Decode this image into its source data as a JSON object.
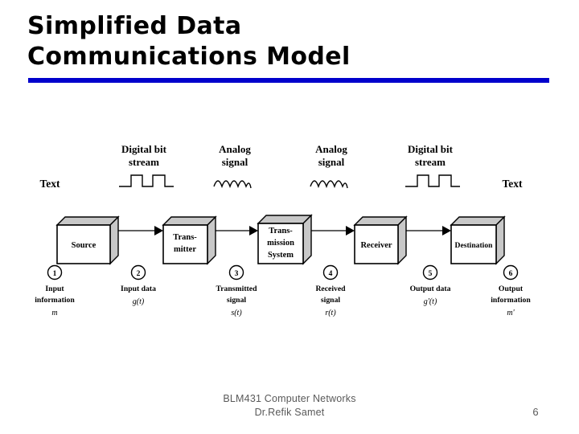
{
  "slide": {
    "title": "Simplified Data\nCommunications Model",
    "rule_color": "#0000cc"
  },
  "footer": {
    "line1": "BLM431 Computer Networks",
    "line2": "Dr.Refik Samet",
    "page_number": "6"
  },
  "diagram": {
    "title": "Simplified Data Communications Model",
    "endpoint_labels": {
      "left": "Text",
      "right": "Text"
    },
    "signal_headers": [
      {
        "id": "h1",
        "line1": "Digital bit",
        "line2": "stream",
        "waveform": "square-wave-icon"
      },
      {
        "id": "h2",
        "line1": "Analog",
        "line2": "signal",
        "waveform": "sine-wave-icon"
      },
      {
        "id": "h3",
        "line1": "Analog",
        "line2": "signal",
        "waveform": "sine-wave-icon"
      },
      {
        "id": "h4",
        "line1": "Digital bit",
        "line2": "stream",
        "waveform": "square-wave-icon"
      }
    ],
    "blocks": [
      {
        "id": "source",
        "lines": [
          "Source"
        ]
      },
      {
        "id": "transmitter",
        "lines": [
          "Trans-",
          "mitter"
        ]
      },
      {
        "id": "transmission",
        "lines": [
          "Trans-",
          "mission",
          "System"
        ]
      },
      {
        "id": "receiver",
        "lines": [
          "Receiver"
        ]
      },
      {
        "id": "destination",
        "lines": [
          "Destination"
        ]
      }
    ],
    "stages": [
      {
        "number": "1",
        "caption": [
          "Input",
          "information"
        ],
        "symbol": "m"
      },
      {
        "number": "2",
        "caption": [
          "Input data"
        ],
        "symbol": "g(t)"
      },
      {
        "number": "3",
        "caption": [
          "Transmitted",
          "signal"
        ],
        "symbol": "s(t)"
      },
      {
        "number": "4",
        "caption": [
          "Received",
          "signal"
        ],
        "symbol": "r(t)"
      },
      {
        "number": "5",
        "caption": [
          "Output data"
        ],
        "symbol": "g'(t)"
      },
      {
        "number": "6",
        "caption": [
          "Output",
          "information"
        ],
        "symbol": "m'"
      }
    ]
  }
}
